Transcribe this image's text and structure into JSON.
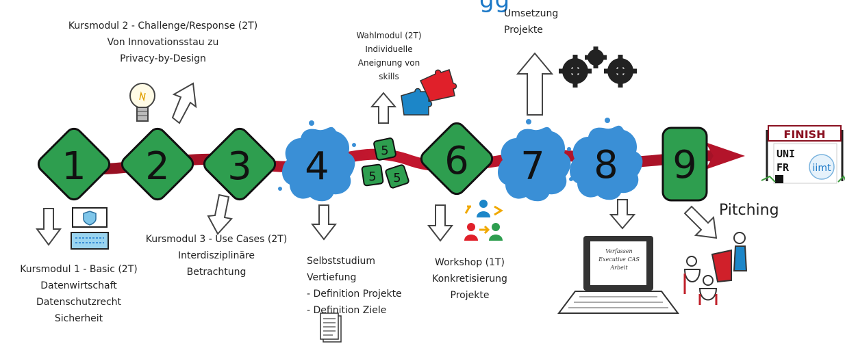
{
  "title_fragment": "gg",
  "modules": [
    {
      "number": "1",
      "shape": "diamond"
    },
    {
      "number": "2",
      "shape": "diamond"
    },
    {
      "number": "3",
      "shape": "diamond"
    },
    {
      "number": "4",
      "shape": "splash"
    },
    {
      "number": "5",
      "shape": "small-cubes"
    },
    {
      "number": "6",
      "shape": "diamond"
    },
    {
      "number": "7",
      "shape": "splash"
    },
    {
      "number": "8",
      "shape": "splash"
    },
    {
      "number": "9",
      "shape": "rounded-rect"
    }
  ],
  "labels": {
    "m1": [
      "Kursmodul 1 - Basic (2T)",
      "Datenwirtschaft",
      "Datenschutzrecht",
      "Sicherheit"
    ],
    "m2": [
      "Kursmodul 2 - Challenge/Response (2T)",
      "Von Innovationsstau zu",
      "Privacy-by-Design"
    ],
    "m3": [
      "Kursmodul 3 - Use Cases (2T)",
      "Interdisziplinäre",
      "Betrachtung"
    ],
    "m4": [
      "Selbststudium",
      "Vertiefung",
      "- Definition Projekte",
      "- Definition Ziele"
    ],
    "m5": [
      "Wahlmodul (2T)",
      "Individuelle",
      "Aneignung von",
      "skills"
    ],
    "m6": [
      "Workshop (1T)",
      "Konkretisierung",
      "Projekte"
    ],
    "m7": [
      "Umsetzung",
      "Projekte"
    ],
    "m8": [
      "Verfassen",
      "Executive CAS",
      "Arbeit"
    ],
    "m9": "Pitching"
  },
  "finish": {
    "banner": "FINISH",
    "logo_uni": "UNI",
    "logo_fr": "FR",
    "logo_iimt": "iimt"
  },
  "icons": [
    "arrow-down-icon",
    "shield-laptop-icon",
    "lightbulb-icon",
    "arrow-up-icon",
    "puzzle-icon",
    "document-icon",
    "people-exchange-icon",
    "gears-icon",
    "laptop-icon",
    "presentation-icon"
  ],
  "colors": {
    "diamond_fill": "#2e9e4f",
    "splash_fill": "#3a8fd6",
    "road": "#b3142a",
    "title": "#1b78c7"
  }
}
